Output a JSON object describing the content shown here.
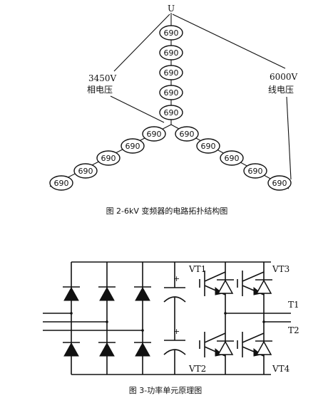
{
  "diagram1": {
    "top_label": "U",
    "cell_value": "690",
    "left_label_value": "3450V",
    "left_label_text": "相电压",
    "right_label_value": "6000V",
    "right_label_text": "线电压",
    "caption": "图 2-6kV 变频器的电路拓扑结构图"
  },
  "diagram2": {
    "vt1": "VT1",
    "vt2": "VT2",
    "vt3": "VT3",
    "vt4": "VT4",
    "t1": "T1",
    "t2": "T2",
    "plus_top": "+",
    "plus_bottom": "+",
    "caption": "图 3-功率单元原理图"
  }
}
